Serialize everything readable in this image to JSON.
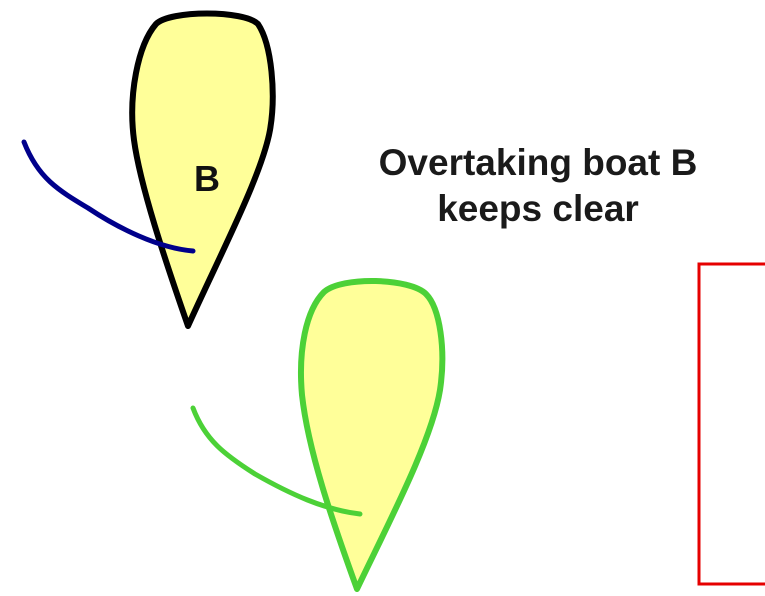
{
  "caption": {
    "line1": "Overtaking boat B",
    "line2": "keeps clear"
  },
  "boats": [
    {
      "label": "B",
      "hull_fill": "#ffff99",
      "outline_color": "#000000",
      "sail_color": "#00008b"
    },
    {
      "label": "",
      "hull_fill": "#ffff99",
      "outline_color": "#4cd137",
      "sail_color": "#4cd137"
    }
  ],
  "frame_color": "#e60000"
}
